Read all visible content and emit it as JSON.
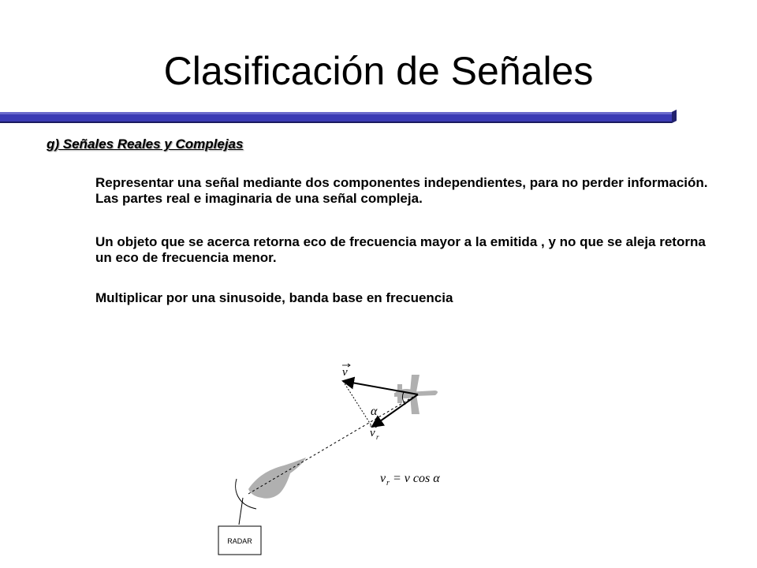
{
  "slide": {
    "title": "Clasificación de Señales",
    "subheading": "g) Señales Reales y Complejas",
    "paragraphs": [
      "Representar una señal mediante dos componentes independientes, para no perder información. Las partes real e imaginaria de una señal compleja.",
      "Un objeto que se acerca retorna eco de frecuencia mayor a la emitida , y no que se aleja retorna un eco de frecuencia menor.",
      "Multiplicar por una sinusoide, banda base en frecuencia"
    ]
  },
  "diagram": {
    "radar_label": "RADAR",
    "vector_v": "v",
    "vector_vr": "v",
    "vector_vr_sub": "r",
    "angle_label": "α",
    "formula_lhs": "v",
    "formula_lhs_sub": "r",
    "formula_rhs": "= v cos α"
  },
  "colors": {
    "bar_blue": "#3b3bb4",
    "bar_dark": "#1a1a5e",
    "bar_light": "#6a6acc",
    "diagram_gray": "#b0b0b0"
  }
}
